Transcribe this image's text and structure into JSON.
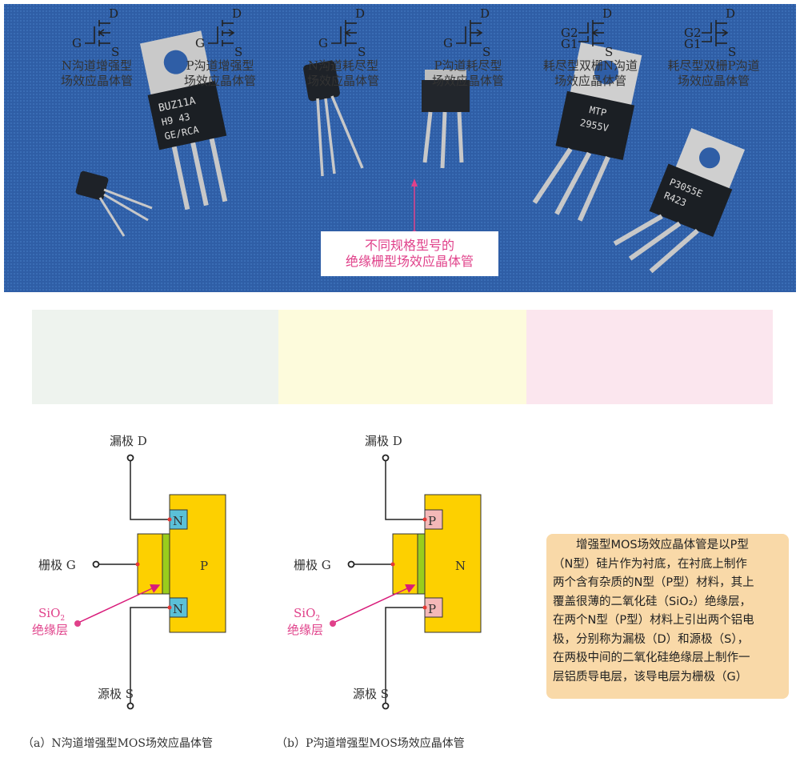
{
  "photo": {
    "callout": [
      "不同规格型号的",
      "绝缘栅型场效应晶体管"
    ],
    "markings": [
      "BUZ11A",
      "H9  43",
      "GE/RCA",
      "MTP",
      "2955V",
      "P3055E",
      "R423"
    ],
    "background_color": "#2f5ea6",
    "callout_color": "#e0418a"
  },
  "symbols": [
    {
      "type": "n-enhancement",
      "gate": "G",
      "drain": "D",
      "source": "S",
      "caption": [
        "N沟道增强型",
        "场效应晶体管"
      ]
    },
    {
      "type": "p-enhancement",
      "gate": "G",
      "drain": "D",
      "source": "S",
      "caption": [
        "P沟道增强型",
        "场效应晶体管"
      ]
    },
    {
      "type": "n-depletion",
      "gate": "G",
      "drain": "D",
      "source": "S",
      "caption": [
        "N沟道耗尽型",
        "场效应晶体管"
      ]
    },
    {
      "type": "p-depletion",
      "gate": "G",
      "drain": "D",
      "source": "S",
      "caption": [
        "P沟道耗尽型",
        "场效应晶体管"
      ]
    },
    {
      "type": "n-dual-gate",
      "gate": "G1",
      "gate2": "G2",
      "drain": "D",
      "source": "S",
      "caption": [
        "耗尽型双栅N沟道",
        "场效应晶体管"
      ]
    },
    {
      "type": "p-dual-gate",
      "gate": "G1",
      "gate2": "G2",
      "drain": "D",
      "source": "S",
      "caption": [
        "耗尽型双栅P沟道",
        "场效应晶体管"
      ]
    }
  ],
  "panel_colors": [
    "#eef3ee",
    "#fdfbdc",
    "#fbe6ee"
  ],
  "structures": [
    {
      "drain_label": "漏极 D",
      "gate_label": "栅极 G",
      "source_label": "源极 S",
      "substrate": "P",
      "regions": "N",
      "oxide_label": [
        "SiO",
        "2",
        "绝缘层"
      ],
      "region_color": "#5bc0d8",
      "caption": "（a）N沟道增强型MOS场效应晶体管"
    },
    {
      "drain_label": "漏极 D",
      "gate_label": "栅极 G",
      "source_label": "源极 S",
      "substrate": "N",
      "regions": "P",
      "oxide_label": [
        "SiO",
        "2",
        "绝缘层"
      ],
      "region_color": "#f4b8b8",
      "caption": "（b）P沟道增强型MOS场效应晶体管"
    }
  ],
  "note": {
    "lines": [
      "　　增强型MOS场效应晶体管是以P型",
      "（N型）硅片作为衬底，在衬底上制作",
      "两个含有杂质的N型（P型）材料，其上",
      "覆盖很薄的二氧化硅（SiO₂）绝缘层，",
      "在两个N型（P型）材料上引出两个铝电",
      "极，分别称为漏极（D）和源极（S），",
      "在两极中间的二氧化硅绝缘层上制作一",
      "层铝质导电层，该导电层为栅极（G）"
    ]
  }
}
